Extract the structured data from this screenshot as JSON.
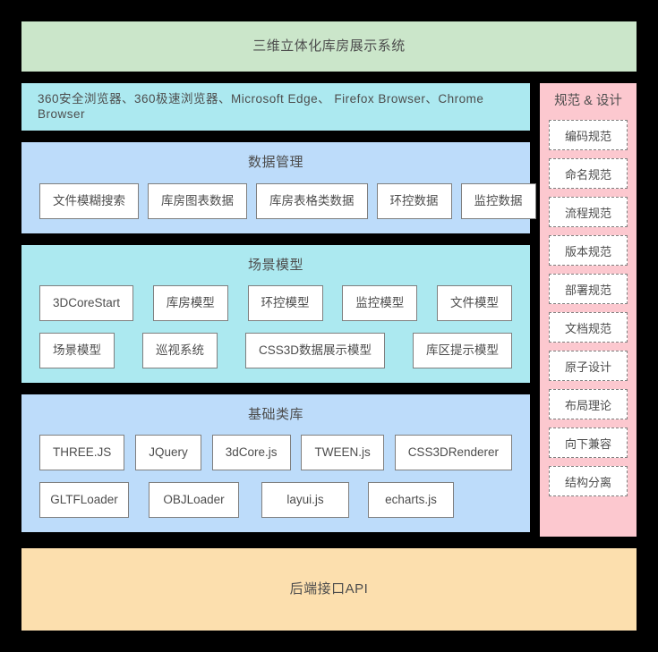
{
  "header": {
    "title": "三维立体化库房展示系统"
  },
  "browsers": {
    "text": "360安全浏览器、360极速浏览器、Microsoft Edge、 Firefox Browser、Chrome Browser"
  },
  "data_management": {
    "title": "数据管理",
    "items": [
      "文件模糊搜索",
      "库房图表数据",
      "库房表格类数据",
      "环控数据",
      "监控数据"
    ]
  },
  "scene_model": {
    "title": "场景模型",
    "row1": [
      "3DCoreStart",
      "库房模型",
      "环控模型",
      "监控模型",
      "文件模型"
    ],
    "row2": [
      "场景模型",
      "巡视系统",
      "CSS3D数据展示模型",
      "库区提示模型"
    ]
  },
  "base_library": {
    "title": "基础类库",
    "row1": [
      "THREE.JS",
      "JQuery",
      "3dCore.js",
      "TWEEN.js",
      "CSS3DRenderer"
    ],
    "row2": [
      "GLTFLoader",
      "OBJLoader",
      "layui.js",
      "echarts.js"
    ]
  },
  "api": {
    "title": "后端接口API"
  },
  "sidebar": {
    "title": "规范 & 设计",
    "items": [
      "编码规范",
      "命名规范",
      "流程规范",
      "版本规范",
      "部署规范",
      "文档规范",
      "原子设计",
      "布局理论",
      "向下兼容",
      "结构分离"
    ]
  },
  "colors": {
    "background": "#000000",
    "header_green": "#cbe6ca",
    "cyan": "#ace9f0",
    "blue": "#bddcfa",
    "pink": "#fcc8cf",
    "orange": "#fcdfae",
    "chip_border": "#7f7f7f",
    "text": "#4d4d4d"
  }
}
